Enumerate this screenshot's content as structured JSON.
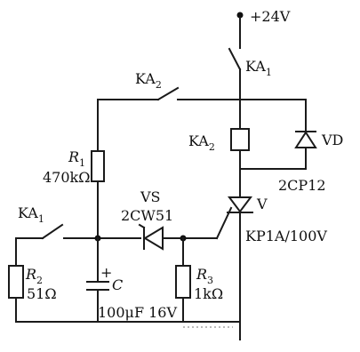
{
  "supply": {
    "label": "+24V"
  },
  "ka1_main": {
    "name": "KA",
    "sub": "1"
  },
  "ka2_contact": {
    "name": "KA",
    "sub": "2"
  },
  "ka2_coil": {
    "name": "KA",
    "sub": "2"
  },
  "vd": {
    "name": "VD",
    "model": "2CP12"
  },
  "r1": {
    "name": "R",
    "sub": "1",
    "value": "470kΩ"
  },
  "vs": {
    "name": "VS",
    "model": "2CW51"
  },
  "thyristor": {
    "name": "V",
    "model": "KP1A/100V"
  },
  "ka1_left": {
    "name": "KA",
    "sub": "1"
  },
  "r2": {
    "name": "R",
    "sub": "2",
    "value": "51Ω"
  },
  "cap": {
    "name": "C",
    "plus": "+",
    "value": "100μF 16V"
  },
  "r3": {
    "name": "R",
    "sub": "3",
    "value": "1kΩ"
  }
}
